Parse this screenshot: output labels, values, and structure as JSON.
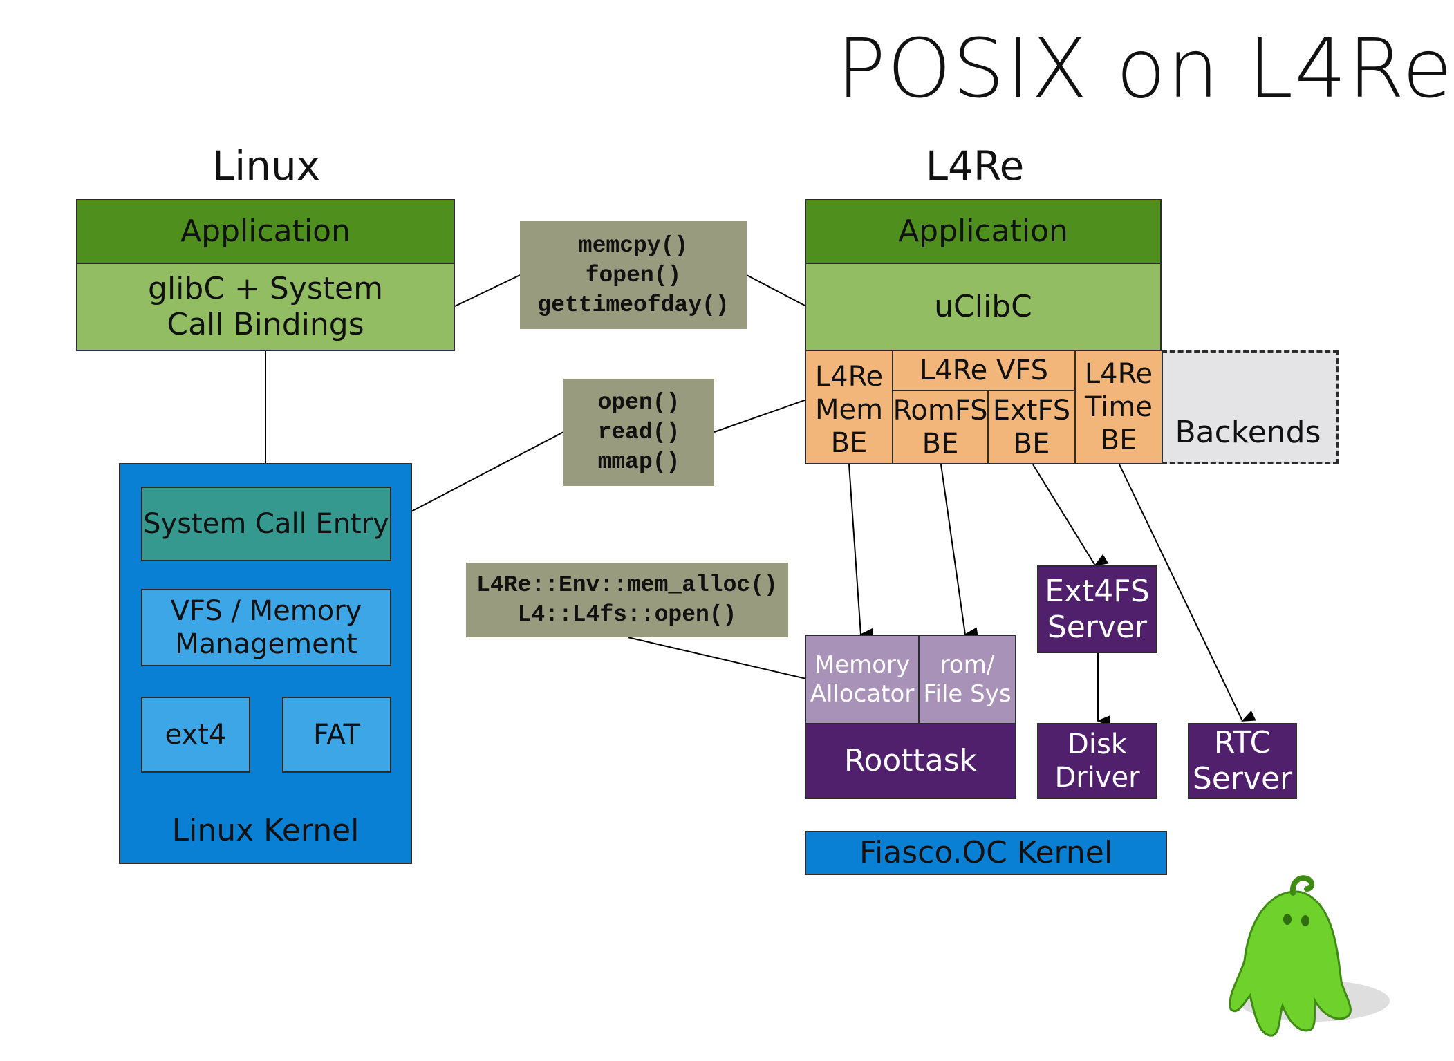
{
  "title": "POSIX on L4Re",
  "linux": {
    "heading": "Linux",
    "application": "Application",
    "libc": "glibC + System Call Bindings",
    "kernel": {
      "syscall_entry": "System Call Entry",
      "vfs_mm": "VFS / Memory Management",
      "ext4": "ext4",
      "fat": "FAT",
      "label": "Linux Kernel"
    }
  },
  "l4re": {
    "heading": "L4Re",
    "application": "Application",
    "libc": "uClibC",
    "backends": {
      "mem_be": "L4Re Mem BE",
      "vfs": "L4Re VFS",
      "romfs_be": "RomFS BE",
      "extfs_be": "ExtFS BE",
      "time_be": "L4Re Time BE",
      "label": "Backends"
    },
    "roottask": {
      "memory_allocator": "Memory Allocator",
      "rom_fs": "rom/ File Sys",
      "label": "Roottask"
    },
    "ext4fs_server": "Ext4FS Server",
    "disk_driver": "Disk Driver",
    "rtc_server": "RTC Server",
    "kernel": "Fiasco.OC Kernel"
  },
  "callouts": {
    "libc_calls": [
      "memcpy()",
      "fopen()",
      "gettimeofday()"
    ],
    "syscalls": [
      "open()",
      "read()",
      "mmap()"
    ],
    "l4_calls": [
      "L4Re::Env::mem_alloc()",
      "L4::L4fs::open()"
    ]
  },
  "colors": {
    "app_green": "#4f8f1e",
    "libc_green": "#92bd63",
    "kernel_blue": "#0a80d4",
    "backend_orange": "#f2b67a",
    "server_purple": "#50206c",
    "callout_olive": "#999b7e"
  },
  "mascot": "green-ghost-mascot-icon"
}
